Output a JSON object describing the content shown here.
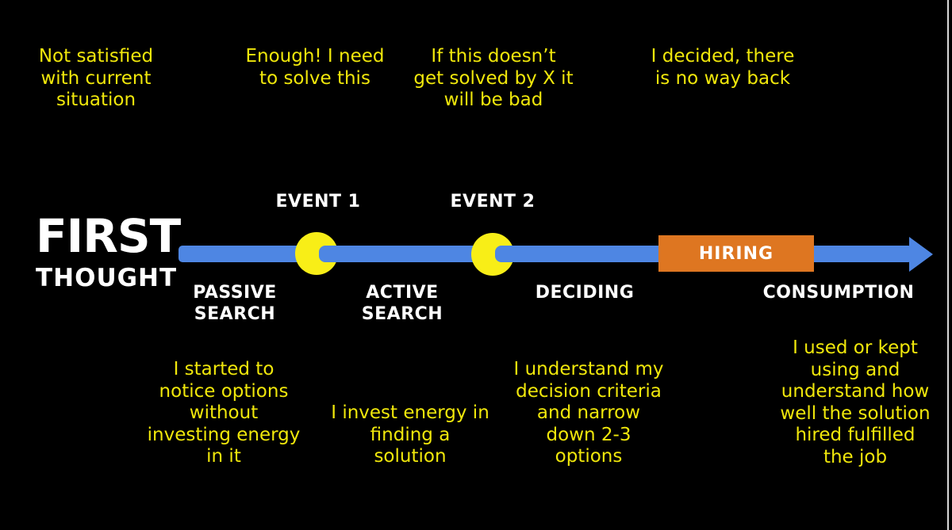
{
  "colors": {
    "background": "#000000",
    "timeline_blue": "#4E86E3",
    "marker_yellow": "#F8EE17",
    "quote_yellow": "#F0E70B",
    "hiring_orange": "#DE7621",
    "label_white": "#FFFFFF"
  },
  "title": {
    "primary": "FIRST",
    "secondary": "THOUGHT"
  },
  "top_quotes": [
    "Not satisfied\nwith current\nsituation",
    "Enough! I need\nto solve this",
    "If this doesn’t\nget solved by X it\nwill be bad",
    "I decided, there\nis no way back"
  ],
  "events": [
    {
      "label": "EVENT 1"
    },
    {
      "label": "EVENT 2"
    }
  ],
  "hiring": {
    "label": "HIRING"
  },
  "stages": [
    {
      "label": "PASSIVE\nSEARCH",
      "quote": "I started to\nnotice options\nwithout\ninvesting energy\nin it"
    },
    {
      "label": "ACTIVE\nSEARCH",
      "quote": "I invest energy in\nfinding a\nsolution"
    },
    {
      "label": "DECIDING",
      "quote": "I understand my\ndecision criteria\nand narrow\ndown 2-3\noptions"
    },
    {
      "label": "CONSUMPTION",
      "quote": "I used or kept\nusing and\nunderstand how\nwell the solution\nhired fulfilled\nthe job"
    }
  ]
}
